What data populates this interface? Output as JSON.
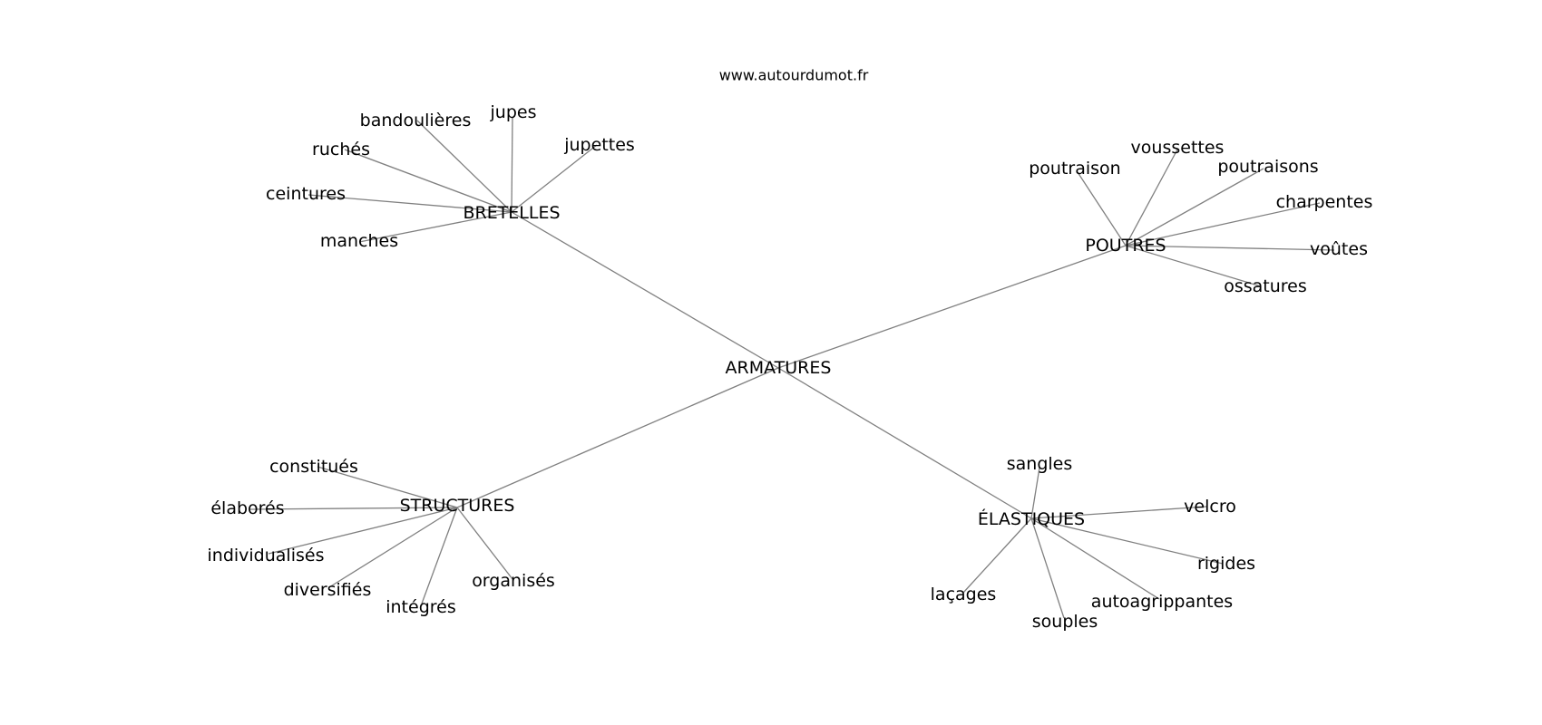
{
  "source": "www.autourdumot.fr",
  "center": {
    "label": "ARMATURES"
  },
  "groups": [
    {
      "hub": "BRETELLES",
      "leaves": [
        "jupes",
        "bandoulières",
        "ruchés",
        "jupettes",
        "ceintures",
        "manches"
      ]
    },
    {
      "hub": "POUTRES",
      "leaves": [
        "voussettes",
        "poutraison",
        "poutraisons",
        "charpentes",
        "voûtes",
        "ossatures"
      ]
    },
    {
      "hub": "STRUCTURES",
      "leaves": [
        "constitués",
        "élaborés",
        "individualisés",
        "diversifiés",
        "intégrés",
        "organisés"
      ]
    },
    {
      "hub": "ÉLASTIQUES",
      "leaves": [
        "sangles",
        "velcro",
        "rigides",
        "autoagrippantes",
        "laçages",
        "souples"
      ]
    }
  ]
}
